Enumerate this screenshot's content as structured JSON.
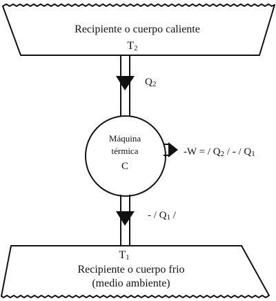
{
  "hot_reservoir": {
    "title": "Recipiente o cuerpo caliente",
    "temp_main": "T",
    "temp_sub": "2"
  },
  "cold_reservoir": {
    "temp_main": "T",
    "temp_sub": "1",
    "title": "Recipiente o cuerpo frio",
    "subtitle": "(medio ambiente)"
  },
  "engine": {
    "line1": "Máquina",
    "line2": "térmica",
    "line3": "C"
  },
  "heat_in": {
    "main": "Q",
    "sub": "2"
  },
  "heat_out": {
    "prefix": "- / Q",
    "sub": "1",
    "suffix": " /"
  },
  "work": {
    "part1": "-W = / Q",
    "sub1": "2",
    "part2": " /  - / Q",
    "sub2": "1"
  }
}
